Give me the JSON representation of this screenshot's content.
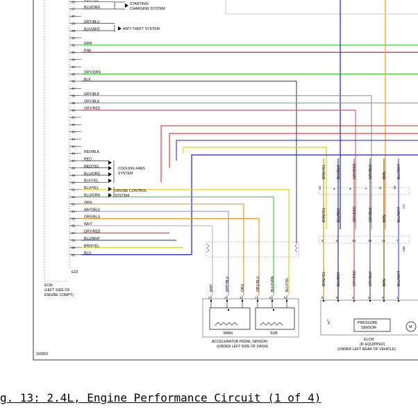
{
  "ecm_pins": [
    {
      "pin": "26",
      "wire": "BLK/YEL"
    },
    {
      "pin": "27",
      "wire": "BLU/ORG"
    },
    {
      "pin": "27",
      "wire": ""
    },
    {
      "pin": "28",
      "wire": "GRY/BLU"
    },
    {
      "pin": "29",
      "wire": "BLK/WHT"
    },
    {
      "pin": "30",
      "wire": ""
    },
    {
      "pin": "31",
      "wire": "GRN"
    },
    {
      "pin": "32",
      "wire": "PNK"
    },
    {
      "pin": "33",
      "wire": ""
    },
    {
      "pin": "34",
      "wire": ""
    },
    {
      "pin": "35",
      "wire": "GRY/GRN"
    },
    {
      "pin": "36",
      "wire": "BLK"
    },
    {
      "pin": "37",
      "wire": ""
    },
    {
      "pin": "38",
      "wire": "GRY/BLK"
    },
    {
      "pin": "39",
      "wire": "GRY/BLK"
    },
    {
      "pin": "40",
      "wire": "GRY/RED"
    },
    {
      "pin": "41",
      "wire": ""
    },
    {
      "pin": "42",
      "wire": ""
    },
    {
      "pin": "43",
      "wire": ""
    },
    {
      "pin": "44",
      "wire": ""
    },
    {
      "pin": "45",
      "wire": ""
    },
    {
      "pin": "46",
      "wire": "RED/BLK"
    },
    {
      "pin": "47",
      "wire": "RED"
    },
    {
      "pin": "48",
      "wire": "RED/YEL"
    },
    {
      "pin": "49",
      "wire": "BLU/ORG"
    },
    {
      "pin": "50",
      "wire": "BLK/YEL"
    },
    {
      "pin": "51",
      "wire": "BLU/YEL"
    },
    {
      "pin": "52",
      "wire": "BLU/GRN"
    },
    {
      "pin": "53",
      "wire": "ORG"
    },
    {
      "pin": "54",
      "wire": "WHT/BLU"
    },
    {
      "pin": "55",
      "wire": "ORG/BLU"
    },
    {
      "pin": "56",
      "wire": "WHT"
    },
    {
      "pin": "57",
      "wire": "GRY/RED"
    },
    {
      "pin": "58",
      "wire": "BLU/WHT"
    },
    {
      "pin": "59",
      "wire": "BRN/YEL"
    },
    {
      "pin": "60",
      "wire": "BLU"
    }
  ],
  "ecm_connector": "E23",
  "systems": {
    "starting": [
      "STARTING/",
      "CHARGING SYSTEM"
    ],
    "antitheft": "ANTI-THEFT SYSTEM",
    "cooling": [
      "COOLING FANS",
      "SYSTEM"
    ],
    "cruise": [
      "CRUISE CONTROL",
      "SYSTEM"
    ]
  },
  "ecm_label": [
    "ECM",
    "(LEFT SIDE OF",
    "ENGINE COMPT)"
  ],
  "app_sensor": {
    "wires": [
      {
        "pin": "2",
        "wire": "WHT"
      },
      {
        "pin": "3",
        "wire": "WHT/BLU"
      },
      {
        "pin": "4",
        "wire": "ORG"
      },
      {
        "pin": "1",
        "wire": "ORG/BLU"
      },
      {
        "pin": "8",
        "wire": "BLU/GRN"
      },
      {
        "pin": "5",
        "wire": "BLU/YEL"
      }
    ],
    "main": "MAIN",
    "sub": "SUB",
    "name": "ACCELERATOR PEDAL SENSOR",
    "location": "(UNDER LEFT SIDE OF DASH)"
  },
  "elcm": {
    "wires": [
      "BRN/YEL",
      "BLU/BLK",
      "GRY/RED",
      "GRY/BLK",
      "BRN",
      "BLU/WHT"
    ],
    "top_pins": [
      "10",
      "9",
      "8",
      "7",
      "11",
      "1B"
    ],
    "top_conn": "U2",
    "mid_pins": [
      "3",
      "6",
      "14",
      "13",
      "11",
      "7"
    ],
    "mid_conn": "L65",
    "bot_pins": [
      "8",
      "6",
      "4",
      "2",
      "3",
      "1"
    ],
    "pressure_sensor": [
      "PRESSURE",
      "SENSOR"
    ],
    "motor": "M",
    "name": "ELCM",
    "qualifier": "(IF EQUIPPED)",
    "location": "(UNDER LEFT REAR OF VEHICLE)"
  },
  "drawing_number": "393952",
  "caption": "g. 13: 2.4L, Engine Performance Circuit (1 of 4)",
  "colors": {
    "green": "#38d038",
    "pink": "#e0306a",
    "red": "#d81818",
    "blue": "#1a1ad0",
    "yellow": "#e6cc1c",
    "orange": "#f09a24",
    "brown": "#8a5a1a",
    "gray": "#8a8a8a",
    "lightgray": "#b8b8b8",
    "wire_blu_blk": "#2a2a9a",
    "wire_gry_red": "#c05a5a",
    "wire_gry_blk": "#555555",
    "wire_blu_wht": "#5050e0",
    "wire_brn_yel": "#c8a020",
    "violet": "#9090e8"
  }
}
